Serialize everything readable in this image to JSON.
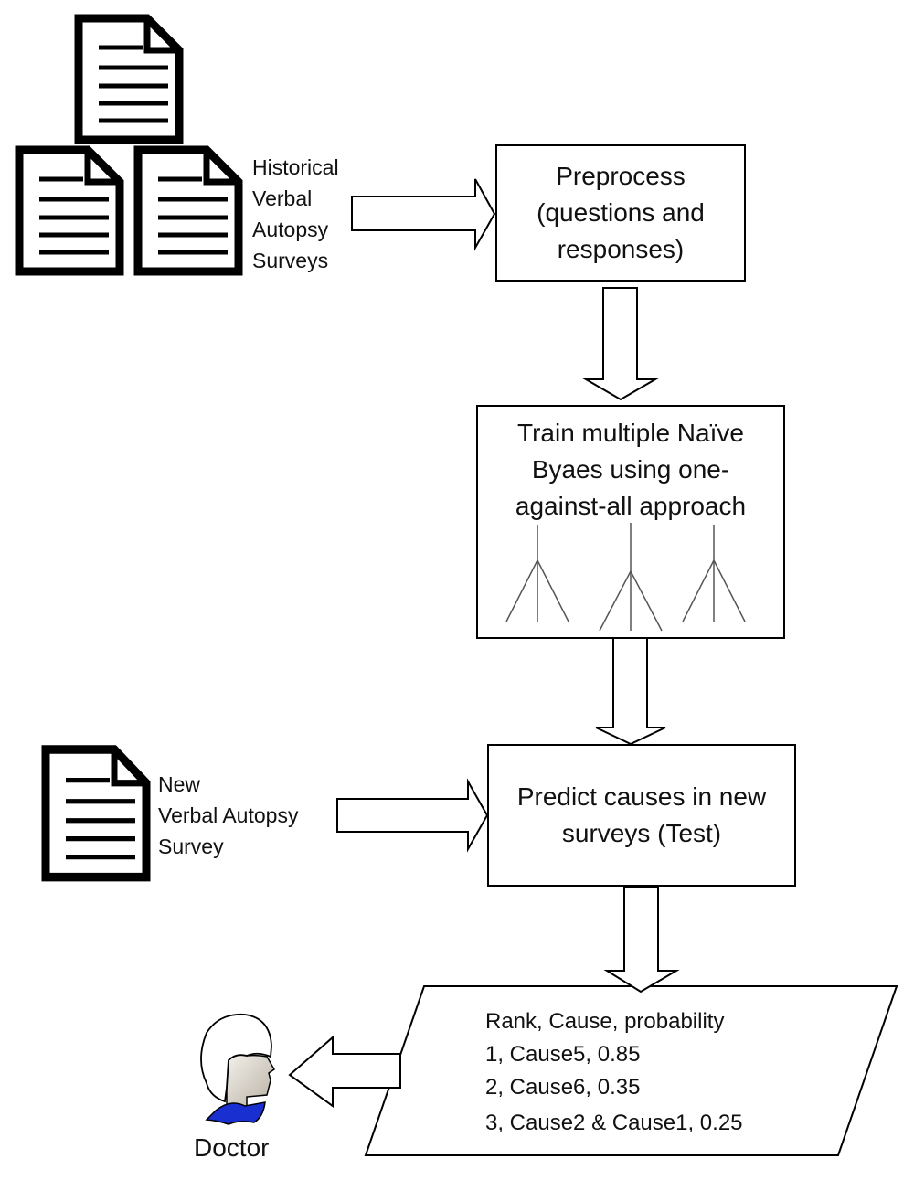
{
  "diagram": {
    "inputs": {
      "historical_label": [
        "Historical",
        "Verbal",
        "Autopsy",
        "Surveys"
      ],
      "new_label": [
        "New",
        "Verbal Autopsy",
        "Survey"
      ]
    },
    "steps": {
      "preprocess": [
        "Preprocess",
        "(questions and",
        "responses)"
      ],
      "train": [
        "Train multiple Naïve",
        "Byaes using one-",
        "against-all approach"
      ],
      "predict": [
        "Predict causes in new",
        "surveys (Test)"
      ]
    },
    "output": {
      "header": "Rank, Cause, probability",
      "rows": [
        {
          "rank": 1,
          "cause": "Cause5",
          "probability": 0.85,
          "text": "1, Cause5, 0.85"
        },
        {
          "rank": 2,
          "cause": "Cause6",
          "probability": 0.35,
          "text": "2, Cause6, 0.35"
        },
        {
          "rank": 3,
          "cause": "Cause2 & Cause1",
          "probability": 0.25,
          "text": "3, Cause2 & Cause1, 0.25"
        }
      ]
    },
    "actor": {
      "label": "Doctor",
      "icon": "doctor-icon",
      "collar_color": "#1a2fd0"
    },
    "icons": {
      "document": "document-icon",
      "tree": "tree-icon",
      "arrow": "block-arrow"
    }
  }
}
